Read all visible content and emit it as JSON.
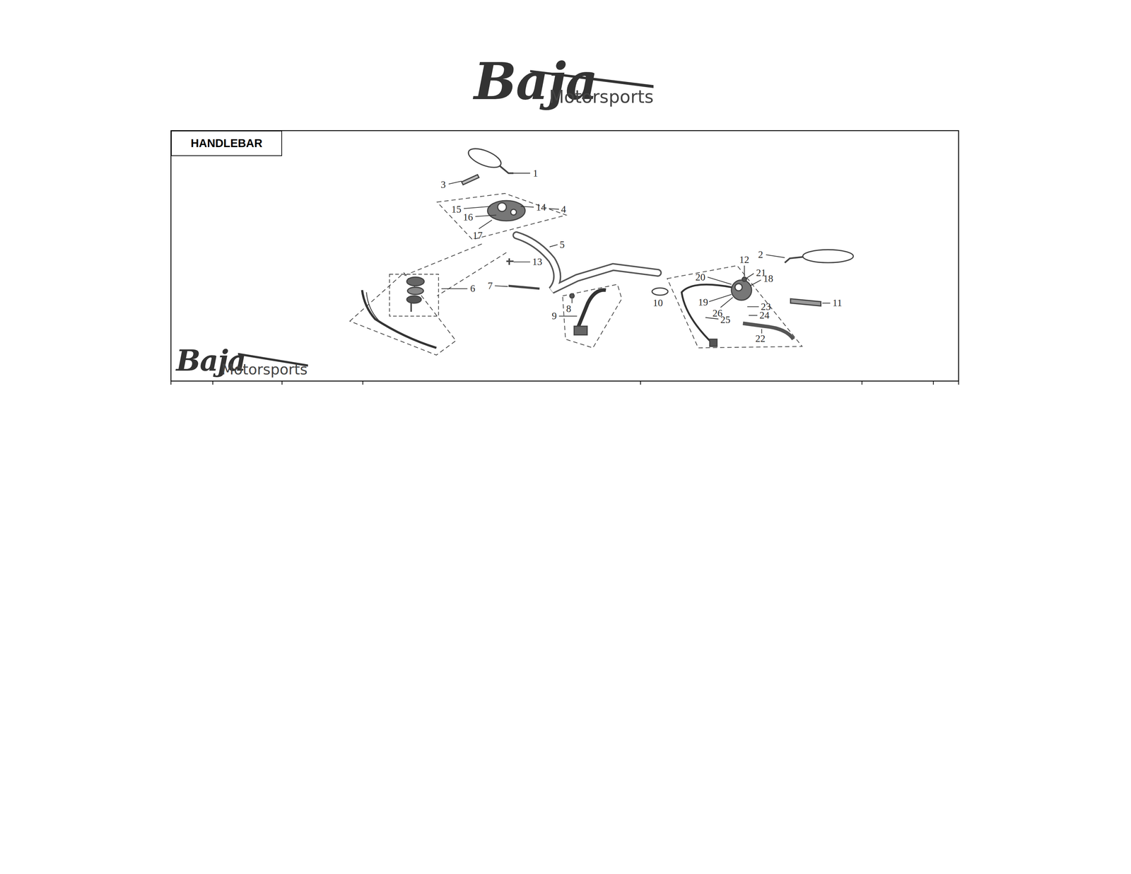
{
  "diagram": {
    "nodes": [
      {
        "text": [
          "HANDLEBAR"
        ]
      }
    ],
    "labels": [
      "Baja",
      "Motorsports",
      "1",
      "3",
      "15",
      "14",
      "4",
      "16",
      "17",
      "5",
      "2",
      "12",
      "13",
      "21",
      "20",
      "18",
      "7",
      "6",
      "10",
      "11",
      "19",
      "8",
      "23",
      "26",
      "9",
      "24",
      "25",
      "22",
      "Baja",
      "Motorsports"
    ]
  }
}
